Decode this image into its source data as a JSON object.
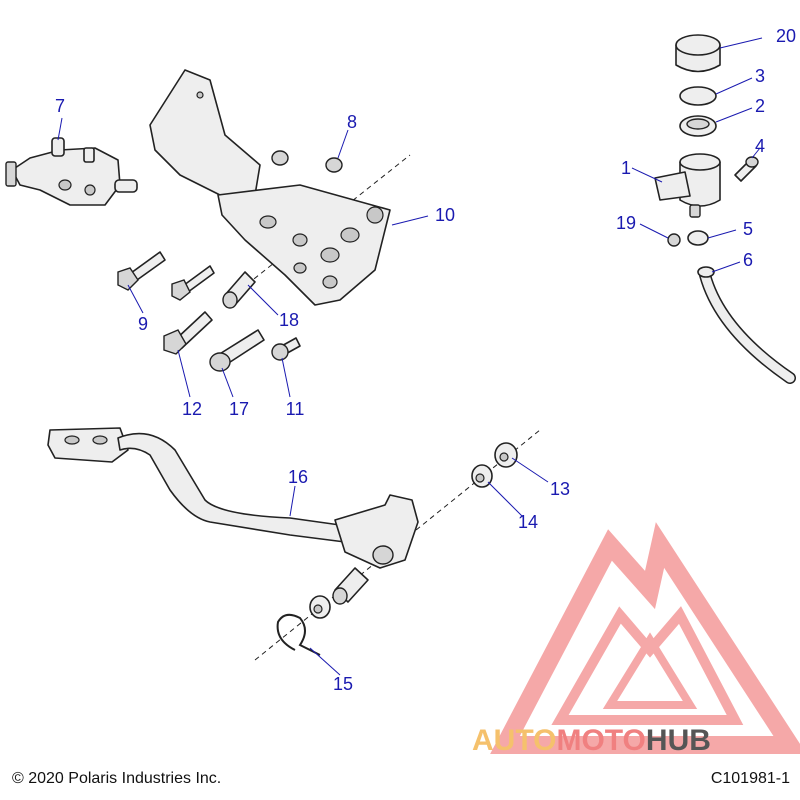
{
  "callouts": [
    "1",
    "2",
    "3",
    "4",
    "5",
    "6",
    "7",
    "8",
    "9",
    "10",
    "11",
    "12",
    "13",
    "14",
    "15",
    "16",
    "17",
    "18",
    "19",
    "20"
  ],
  "watermark": {
    "part_a": "AUTO",
    "part_b": "MOTO",
    "part_c": "HUB",
    "color_a": "#f5c16c",
    "color_b": "#f08080",
    "color_c": "#555555",
    "logo_color": "#f28b8b"
  },
  "footer": {
    "copyright": "© 2020 Polaris Industries Inc.",
    "code": "C101981-1"
  },
  "colors": {
    "callout": "#1a1ab0",
    "line": "#222222"
  }
}
